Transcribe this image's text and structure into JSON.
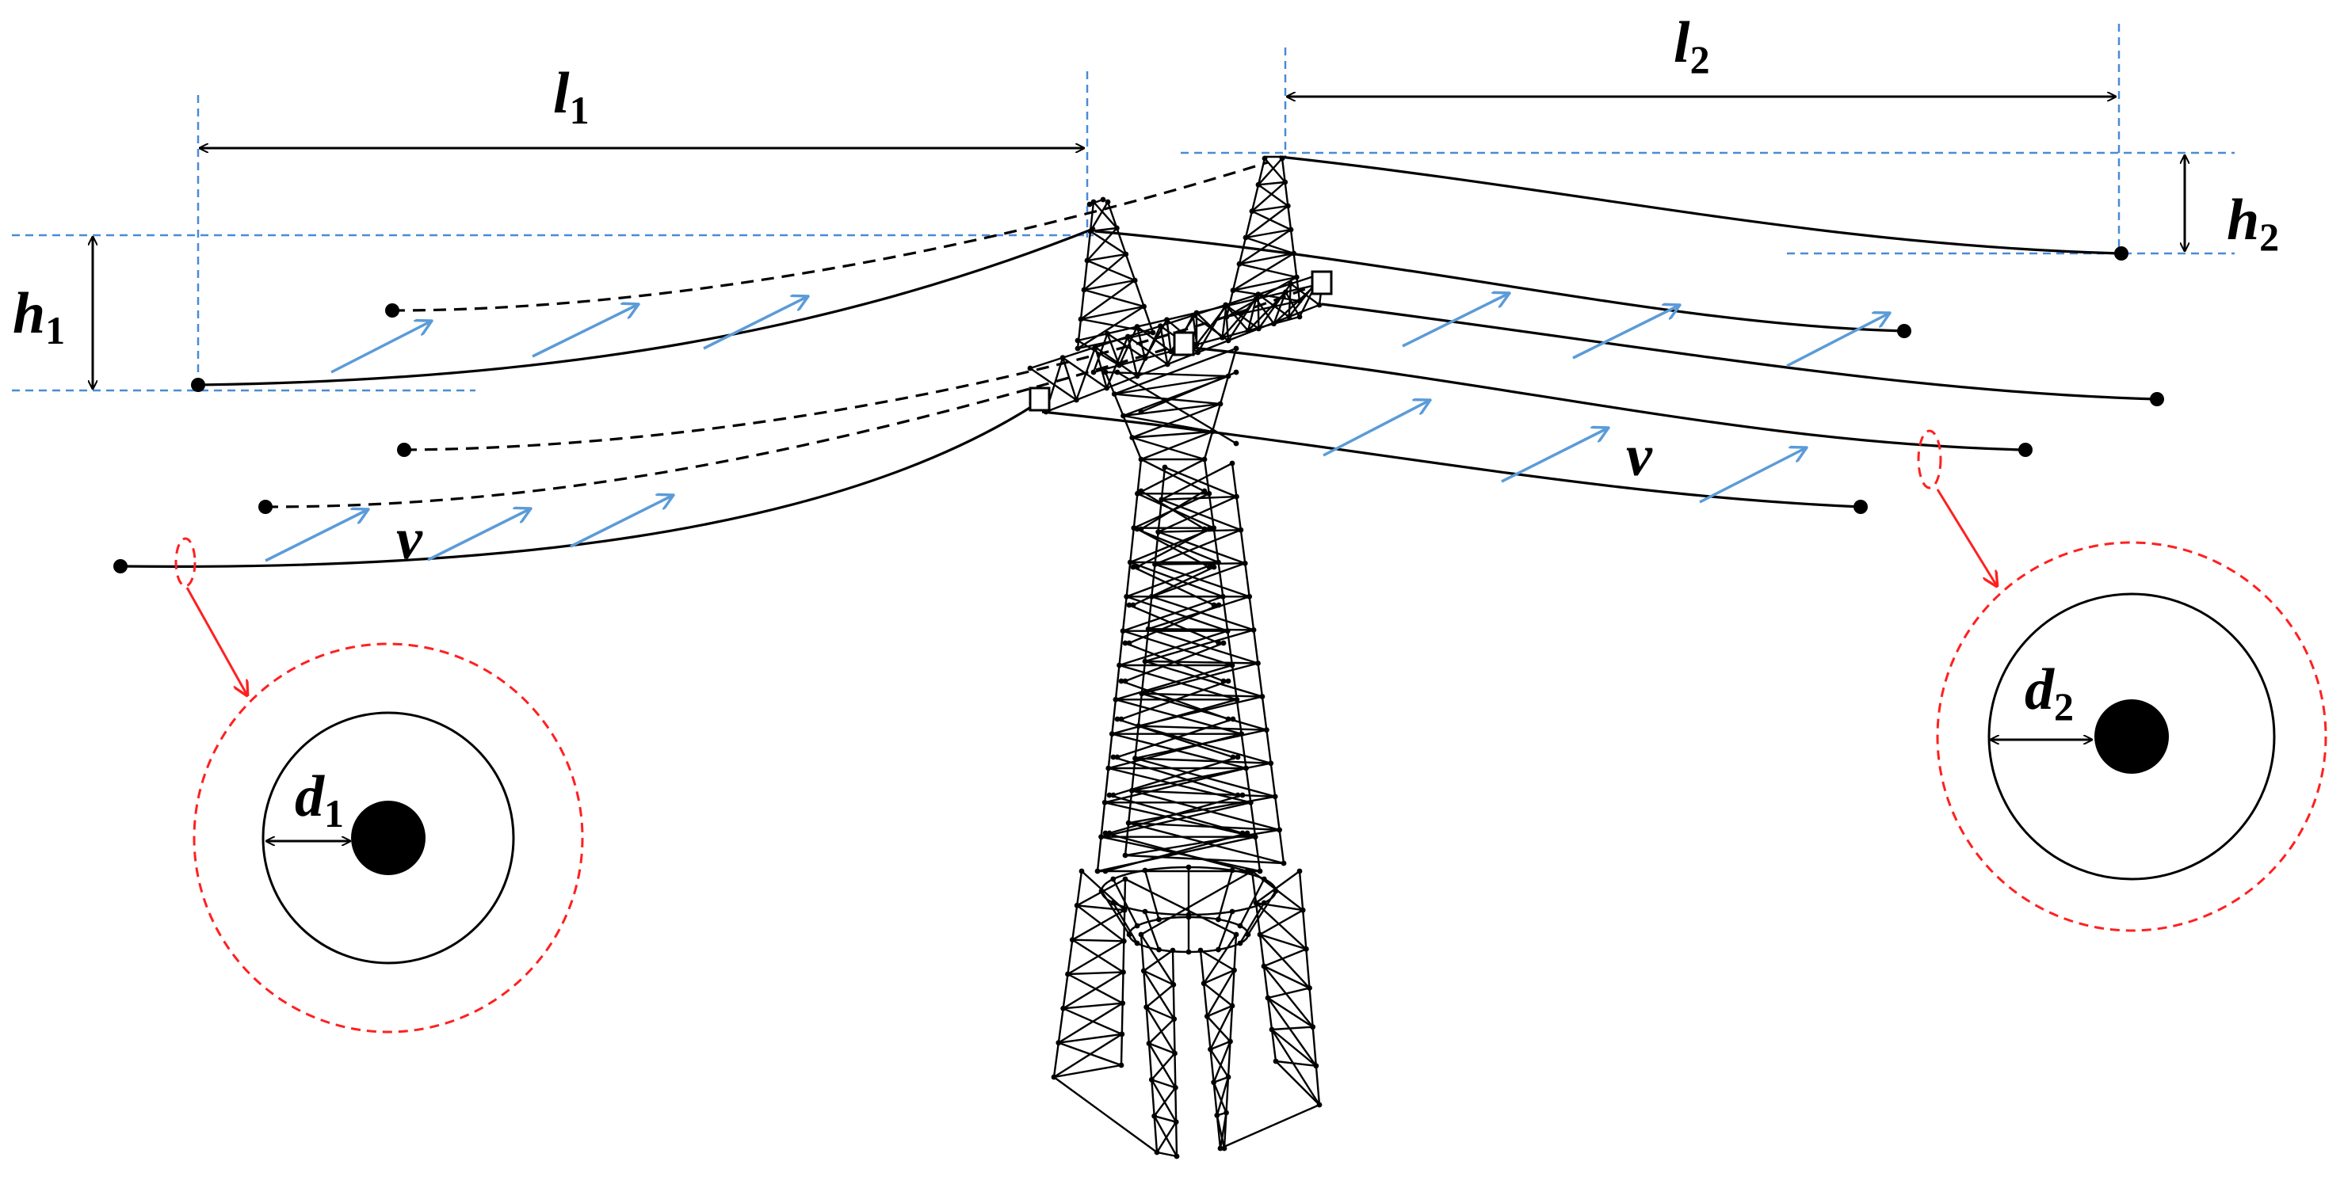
{
  "labels": {
    "span_left": {
      "main": "l",
      "sub": "1"
    },
    "span_right": {
      "main": "l",
      "sub": "2"
    },
    "height_left": {
      "main": "h",
      "sub": "1"
    },
    "height_right": {
      "main": "h",
      "sub": "2"
    },
    "ice_left": {
      "main": "d",
      "sub": "1"
    },
    "ice_right": {
      "main": "d",
      "sub": "2"
    },
    "wind_left": "v",
    "wind_right": "v"
  },
  "colors": {
    "wind_arrow": "#5b9bd8",
    "guide_line": "#4a8bd6",
    "ice_outline": "#ff2020",
    "conductor": "#000000"
  }
}
